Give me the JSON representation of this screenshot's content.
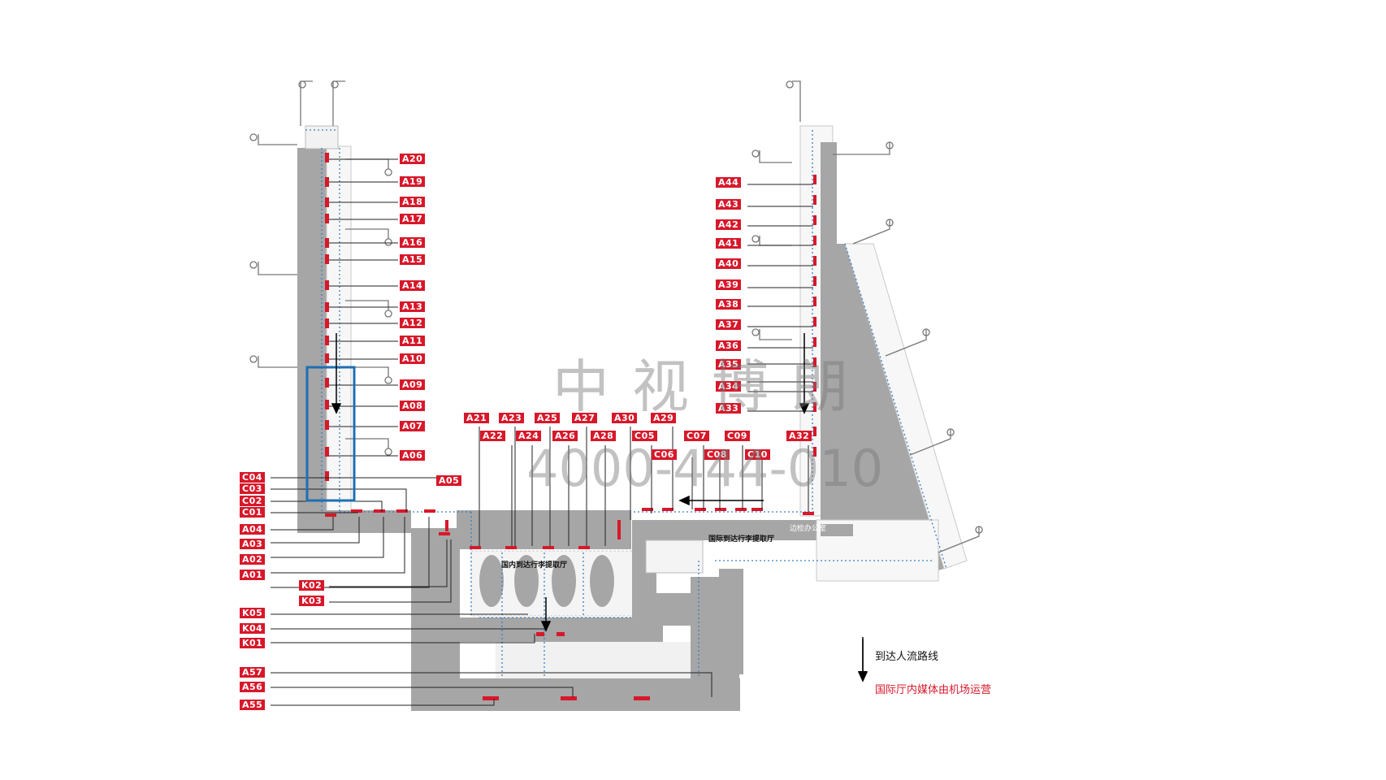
{
  "gate_labels": {
    "A01": "A01",
    "A02": "A02",
    "A03": "A03",
    "A04": "A04",
    "A05": "A05",
    "A06": "A06",
    "A07": "A07",
    "A08": "A08",
    "A09": "A09",
    "A10": "A10",
    "A11": "A11",
    "A12": "A12",
    "A13": "A13",
    "A14": "A14",
    "A15": "A15",
    "A16": "A16",
    "A17": "A17",
    "A18": "A18",
    "A19": "A19",
    "A20": "A20",
    "A21": "A21",
    "A22": "A22",
    "A23": "A23",
    "A24": "A24",
    "A25": "A25",
    "A26": "A26",
    "A27": "A27",
    "A28": "A28",
    "A29": "A29",
    "A30": "A30",
    "A32": "A32",
    "A33": "A33",
    "A34": "A34",
    "A35": "A35",
    "A36": "A36",
    "A37": "A37",
    "A38": "A38",
    "A39": "A39",
    "A40": "A40",
    "A41": "A41",
    "A42": "A42",
    "A43": "A43",
    "A44": "A44",
    "A55": "A55",
    "A56": "A56",
    "A57": "A57",
    "C01": "C01",
    "C02": "C02",
    "C03": "C03",
    "C04": "C04",
    "C05": "C05",
    "C06": "C06",
    "C07": "C07",
    "C08": "C08",
    "C09": "C09",
    "C10": "C10",
    "K01": "K01",
    "K02": "K02",
    "K03": "K03",
    "K04": "K04",
    "K05": "K05"
  },
  "rooms": {
    "intl_baggage": "国际到达行李提取厅",
    "domestic_baggage": "国内到达行李提取厅",
    "border_office": "边检办公室"
  },
  "legend": {
    "arrival_route": "到达人流路线",
    "intl_note": "国际厅内媒体由机场运营"
  },
  "watermark": {
    "name": "中视博朗",
    "phone": "4000-444-010"
  },
  "colors": {
    "label_red": "#d7182a",
    "building_gray": "#a6a6a6",
    "route_blue": "#3a7fc4",
    "highlight_blue": "#1f6fb2",
    "note_red": "#d7182a"
  }
}
